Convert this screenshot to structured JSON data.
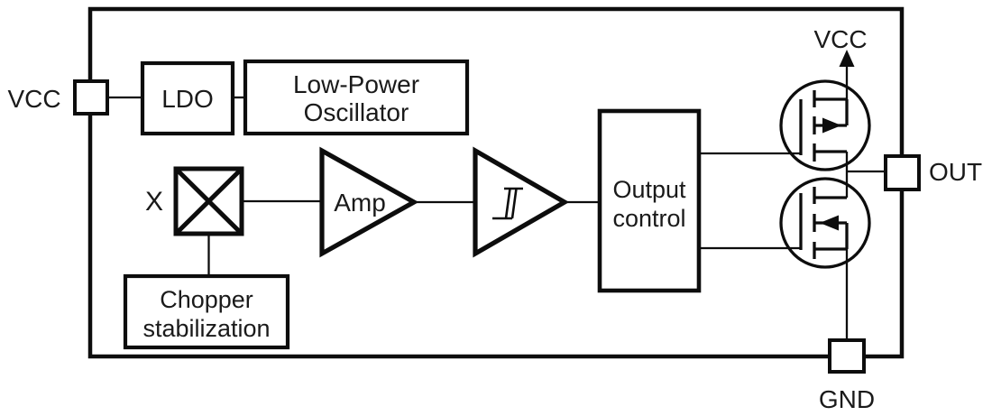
{
  "diagram": {
    "pins": {
      "vcc_left": "VCC",
      "vcc_top": "VCC",
      "out": "OUT",
      "gnd": "GND"
    },
    "blocks": {
      "ldo": "LDO",
      "oscillator": {
        "line1": "Low-Power",
        "line2": "Oscillator"
      },
      "multiplier": "X",
      "amplifier": "Amp",
      "chopper": {
        "line1": "Chopper",
        "line2": "stabilization"
      },
      "output_control": {
        "line1": "Output",
        "line2": "control"
      }
    },
    "symbols": {
      "schmitt_trigger": "hysteresis-icon",
      "high_side_transistor": "pmos-transistor-icon",
      "low_side_transistor": "nmos-transistor-icon",
      "mixer": "multiplier-x-icon",
      "supply_arrow": "vcc-arrow-icon"
    },
    "colors": {
      "stroke": "#0d0d0d",
      "text": "#1a1a1a",
      "background": "#ffffff"
    }
  }
}
